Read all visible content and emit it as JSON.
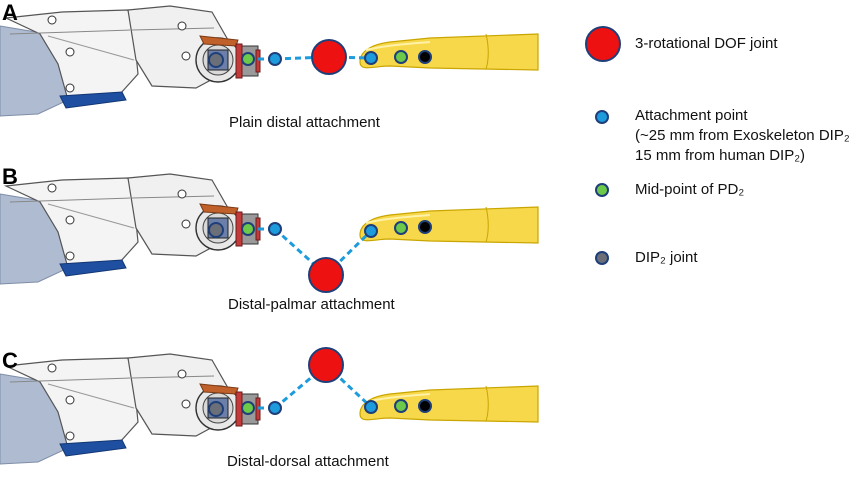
{
  "panels": [
    {
      "letter": "A",
      "caption": "Plain distal attachment"
    },
    {
      "letter": "B",
      "caption": "Distal-palmar attachment"
    },
    {
      "letter": "C",
      "caption": "Distal-dorsal attachment"
    }
  ],
  "legend": {
    "joint": "3-rotational DOF joint",
    "attachment_line1": "Attachment point",
    "attachment_line2": "(~25 mm from Exoskeleton DIP₂",
    "attachment_line3": "15 mm from human DIP₂)",
    "midpoint": "Mid-point of PD₂",
    "dip": "DIP₂ joint"
  },
  "colors": {
    "joint": "#ee1111",
    "attachment": "#1e9bdc",
    "midpoint": "#6cc94a",
    "dip": "#6b6f78",
    "fingertip": "#000000",
    "outline": "#1f3f7a",
    "link": "#1e9bdc",
    "finger": "#f7d84a"
  }
}
